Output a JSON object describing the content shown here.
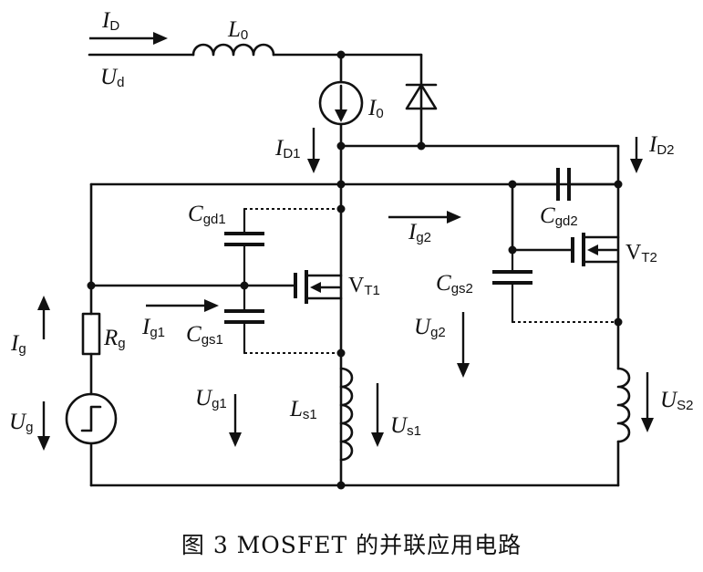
{
  "caption": "图 3   MOSFET 的并联应用电路",
  "labels": {
    "ID": {
      "main": "I",
      "sub": "D"
    },
    "Ud": {
      "main": "U",
      "sub": "d"
    },
    "L0": {
      "main": "L",
      "sub": "0"
    },
    "I0": {
      "main": "I",
      "sub": "0"
    },
    "ID1": {
      "main": "I",
      "sub": "D1"
    },
    "ID2": {
      "main": "I",
      "sub": "D2"
    },
    "Cgd1": {
      "main": "C",
      "sub": "gd1"
    },
    "Cgd2": {
      "main": "C",
      "sub": "gd2"
    },
    "Ig2": {
      "main": "I",
      "sub": "g2"
    },
    "VT1": {
      "main": "V",
      "sub": "T1"
    },
    "VT2": {
      "main": "V",
      "sub": "T2"
    },
    "Cgs2": {
      "main": "C",
      "sub": "gs2"
    },
    "Ig": {
      "main": "I",
      "sub": "g"
    },
    "Rg": {
      "main": "R",
      "sub": "g"
    },
    "Ig1": {
      "main": "I",
      "sub": "g1"
    },
    "Cgs1": {
      "main": "C",
      "sub": "gs1"
    },
    "Ug2": {
      "main": "U",
      "sub": "g2"
    },
    "Ug": {
      "main": "U",
      "sub": "g"
    },
    "Ug1": {
      "main": "U",
      "sub": "g1"
    },
    "Ls1": {
      "main": "L",
      "sub": "s1"
    },
    "Us1": {
      "main": "U",
      "sub": "s1"
    },
    "US2": {
      "main": "U",
      "sub": "S2"
    }
  }
}
